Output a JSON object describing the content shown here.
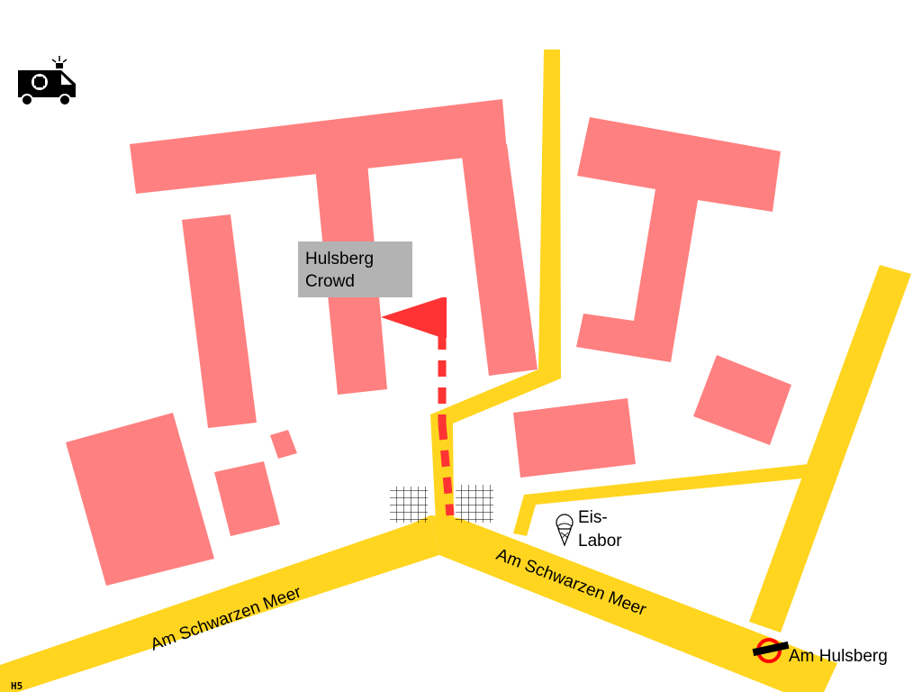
{
  "map": {
    "colors": {
      "road": "#FFD520",
      "building": "#FF8080",
      "route": "#FF3333",
      "label_box": "#B3B3B3",
      "tram_ring": "#FF0000"
    },
    "labels": {
      "crowd_line1": "Hulsberg",
      "crowd_line2": "Crowd",
      "street_left": "Am Schwarzen Meer",
      "street_right": "Am Schwarzen Meer",
      "poi_line1": "Eis-",
      "poi_line2": "Labor",
      "stop": "Am Hulsberg",
      "corner_mark": "H5"
    },
    "icons": {
      "ambulance": "ambulance-icon",
      "flag": "flag-icon",
      "ice_cream": "ice-cream-icon",
      "tram_stop": "tram-stop-icon",
      "grid": "grid-pattern-icon"
    }
  }
}
